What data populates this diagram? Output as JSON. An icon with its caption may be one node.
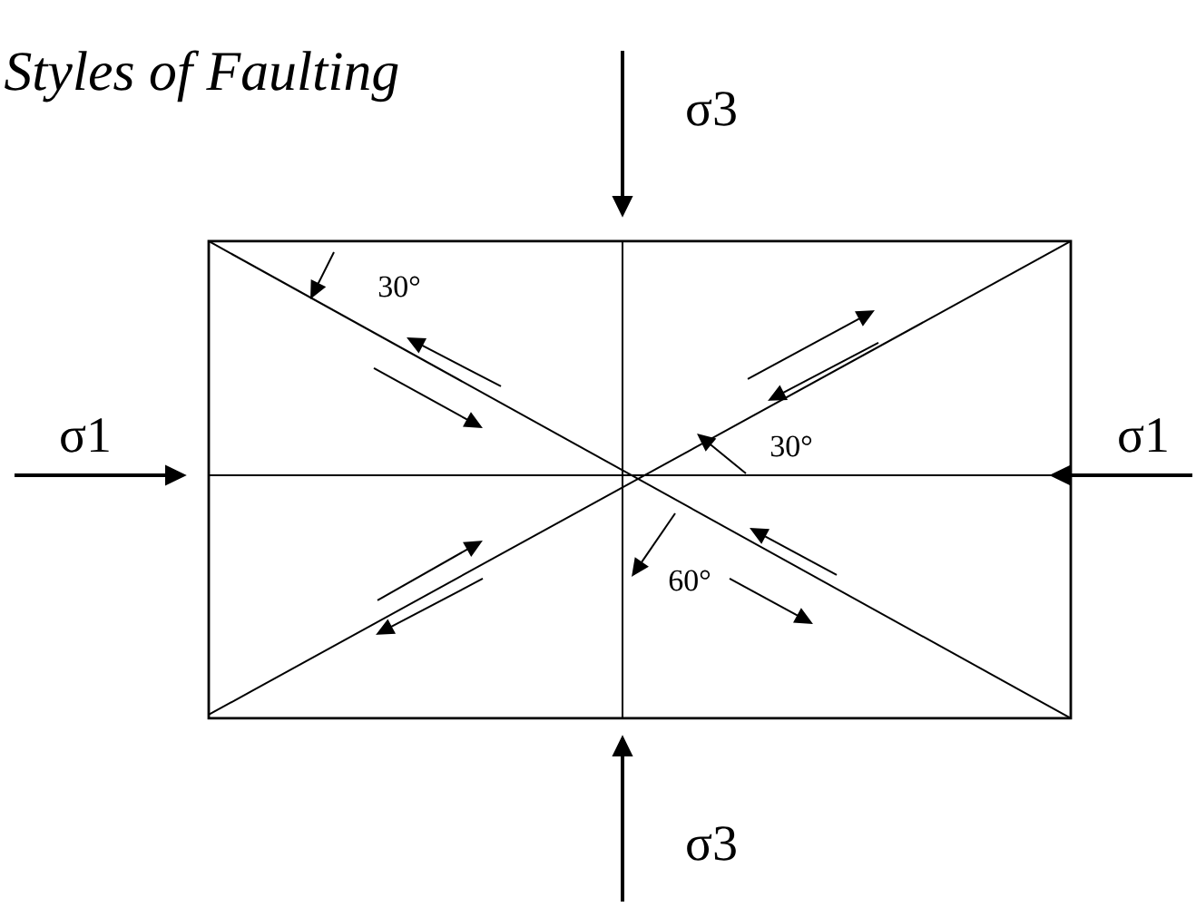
{
  "diagram": {
    "title": "Styles of Faulting",
    "labels": [
      "σ3",
      "σ1",
      "σ1",
      "σ3",
      "30°",
      "30°",
      "60°"
    ]
  }
}
